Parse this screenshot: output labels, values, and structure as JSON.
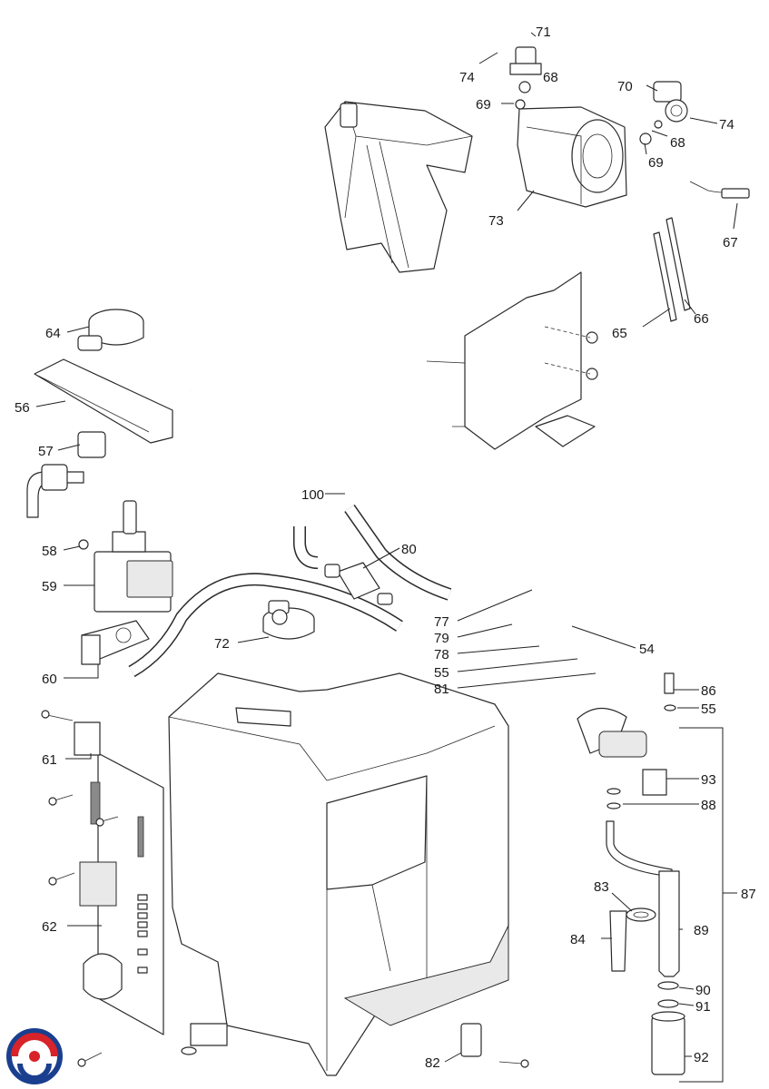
{
  "diagram": {
    "callouts": [
      "71",
      "74",
      "68",
      "69",
      "70",
      "74",
      "68",
      "69",
      "73",
      "67",
      "65",
      "66",
      "64",
      "56",
      "57",
      "100",
      "80",
      "58",
      "59",
      "77",
      "79",
      "78",
      "54",
      "72",
      "55",
      "81",
      "60",
      "86",
      "55",
      "61",
      "93",
      "88",
      "87",
      "83",
      "89",
      "84",
      "90",
      "91",
      "62",
      "92",
      "82"
    ]
  },
  "colors": {
    "logo_red": "#d8232a",
    "logo_blue": "#1b3f8f",
    "ink": "#1a1a1a"
  },
  "logo": {
    "icon": "brand-swirl-logo"
  }
}
